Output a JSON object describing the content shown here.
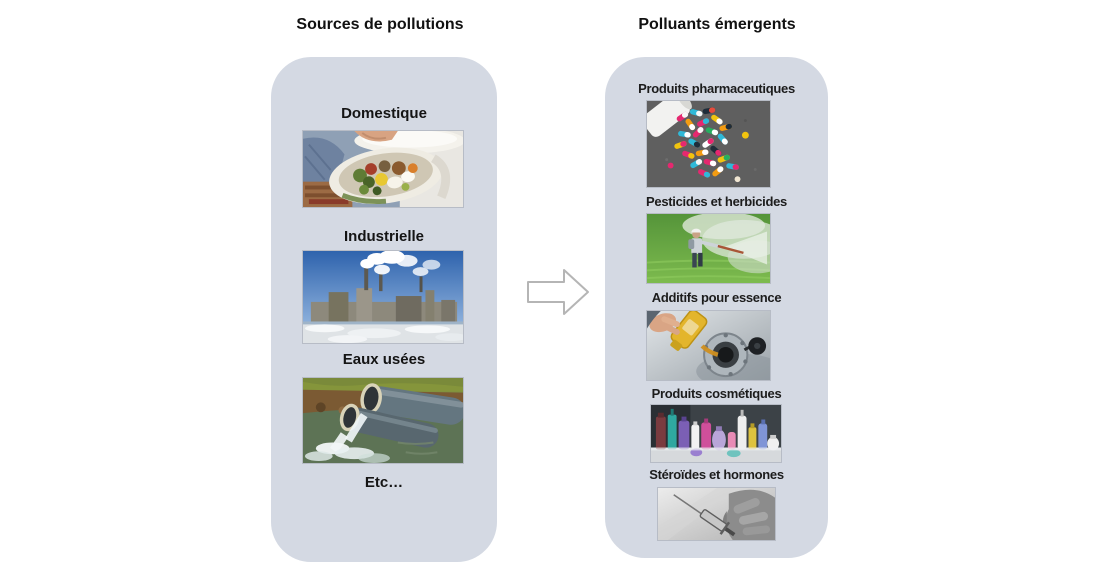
{
  "left_panel": {
    "title": "Sources de pollutions",
    "items": [
      {
        "label": "Domestique",
        "photo": "food-waste-bin-photo"
      },
      {
        "label": "Industrielle",
        "photo": "factory-smokestacks-photo"
      },
      {
        "label": "Eaux usées",
        "photo": "sewage-discharge-pipes-photo"
      },
      {
        "label": "Etc…",
        "photo": null
      }
    ]
  },
  "right_panel": {
    "title": "Polluants émergents",
    "items": [
      {
        "label": "Produits pharmaceutiques",
        "photo": "spilled-pills-photo"
      },
      {
        "label": "Pesticides et herbicides",
        "photo": "field-spraying-photo"
      },
      {
        "label": "Additifs pour essence",
        "photo": "fuel-additive-pour-photo"
      },
      {
        "label": "Produits cosmétiques",
        "photo": "cosmetic-bottles-photo"
      },
      {
        "label": "Stéroïdes et hormones",
        "photo": "syringe-hand-photo"
      }
    ]
  },
  "arrow": {
    "icon": "right-block-arrow-icon",
    "direction": "right"
  },
  "colors": {
    "page_bg": "#ffffff",
    "panel_bg": "#d4d9e3",
    "title_text": "#111111",
    "label_text": "#141414",
    "arrow_fill": "#ffffff",
    "arrow_outline": "#b5b5b5"
  }
}
